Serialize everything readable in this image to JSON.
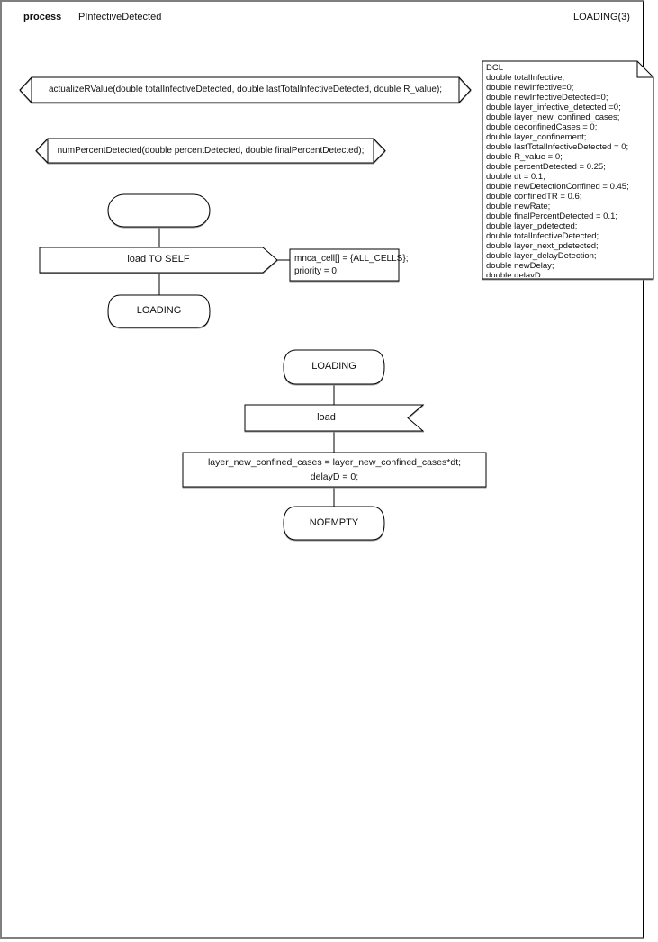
{
  "header": {
    "type_label": "process",
    "process_name": "PInfectiveDetected",
    "page_label": "LOADING(3)"
  },
  "declarations": {
    "lines": [
      "DCL",
      "double totalInfective;",
      "double newInfective=0;",
      "double newInfectiveDetected=0;",
      "double layer_infective_detected =0;",
      "double layer_new_confined_cases;",
      "double deconfinedCases = 0;",
      "double layer_confinement;",
      "double lastTotalInfectiveDetected = 0;",
      "double R_value = 0;",
      "double percentDetected = 0.25;",
      "double dt = 0.1;",
      "double newDetectionConfined = 0.45;",
      "double confinedTR = 0.6;",
      "double newRate;",
      "double finalPercentDetected = 0.1;",
      "double layer_pdetected;",
      "double totalInfectiveDetected;",
      "double layer_next_pdetected;",
      "double layer_delayDetection;",
      "double newDelay;",
      "double delayD;"
    ]
  },
  "procedures": {
    "actualize_rvalue": "actualizeRValue(double totalInfectiveDetected, double lastTotalInfectiveDetected, double R_value);",
    "num_percent_detected": "numPercentDetected(double percentDetected, double finalPercentDetected);"
  },
  "start_flow": {
    "output_label": "load TO SELF",
    "output_params": [
      "mnca_cell[] = {ALL_CELLS};",
      "priority = 0;"
    ],
    "next_state": "LOADING"
  },
  "loading_flow": {
    "state": "LOADING",
    "input_label": "load",
    "task_lines": [
      "layer_new_confined_cases = layer_new_confined_cases*dt;",
      "delayD = 0;"
    ],
    "next_state": "NOEMPTY"
  },
  "colors": {
    "shape_stroke": "#000000",
    "shape_fill": "#ffffff",
    "page_border": "#7f7f7f",
    "shadow": "#9a9a9a"
  }
}
